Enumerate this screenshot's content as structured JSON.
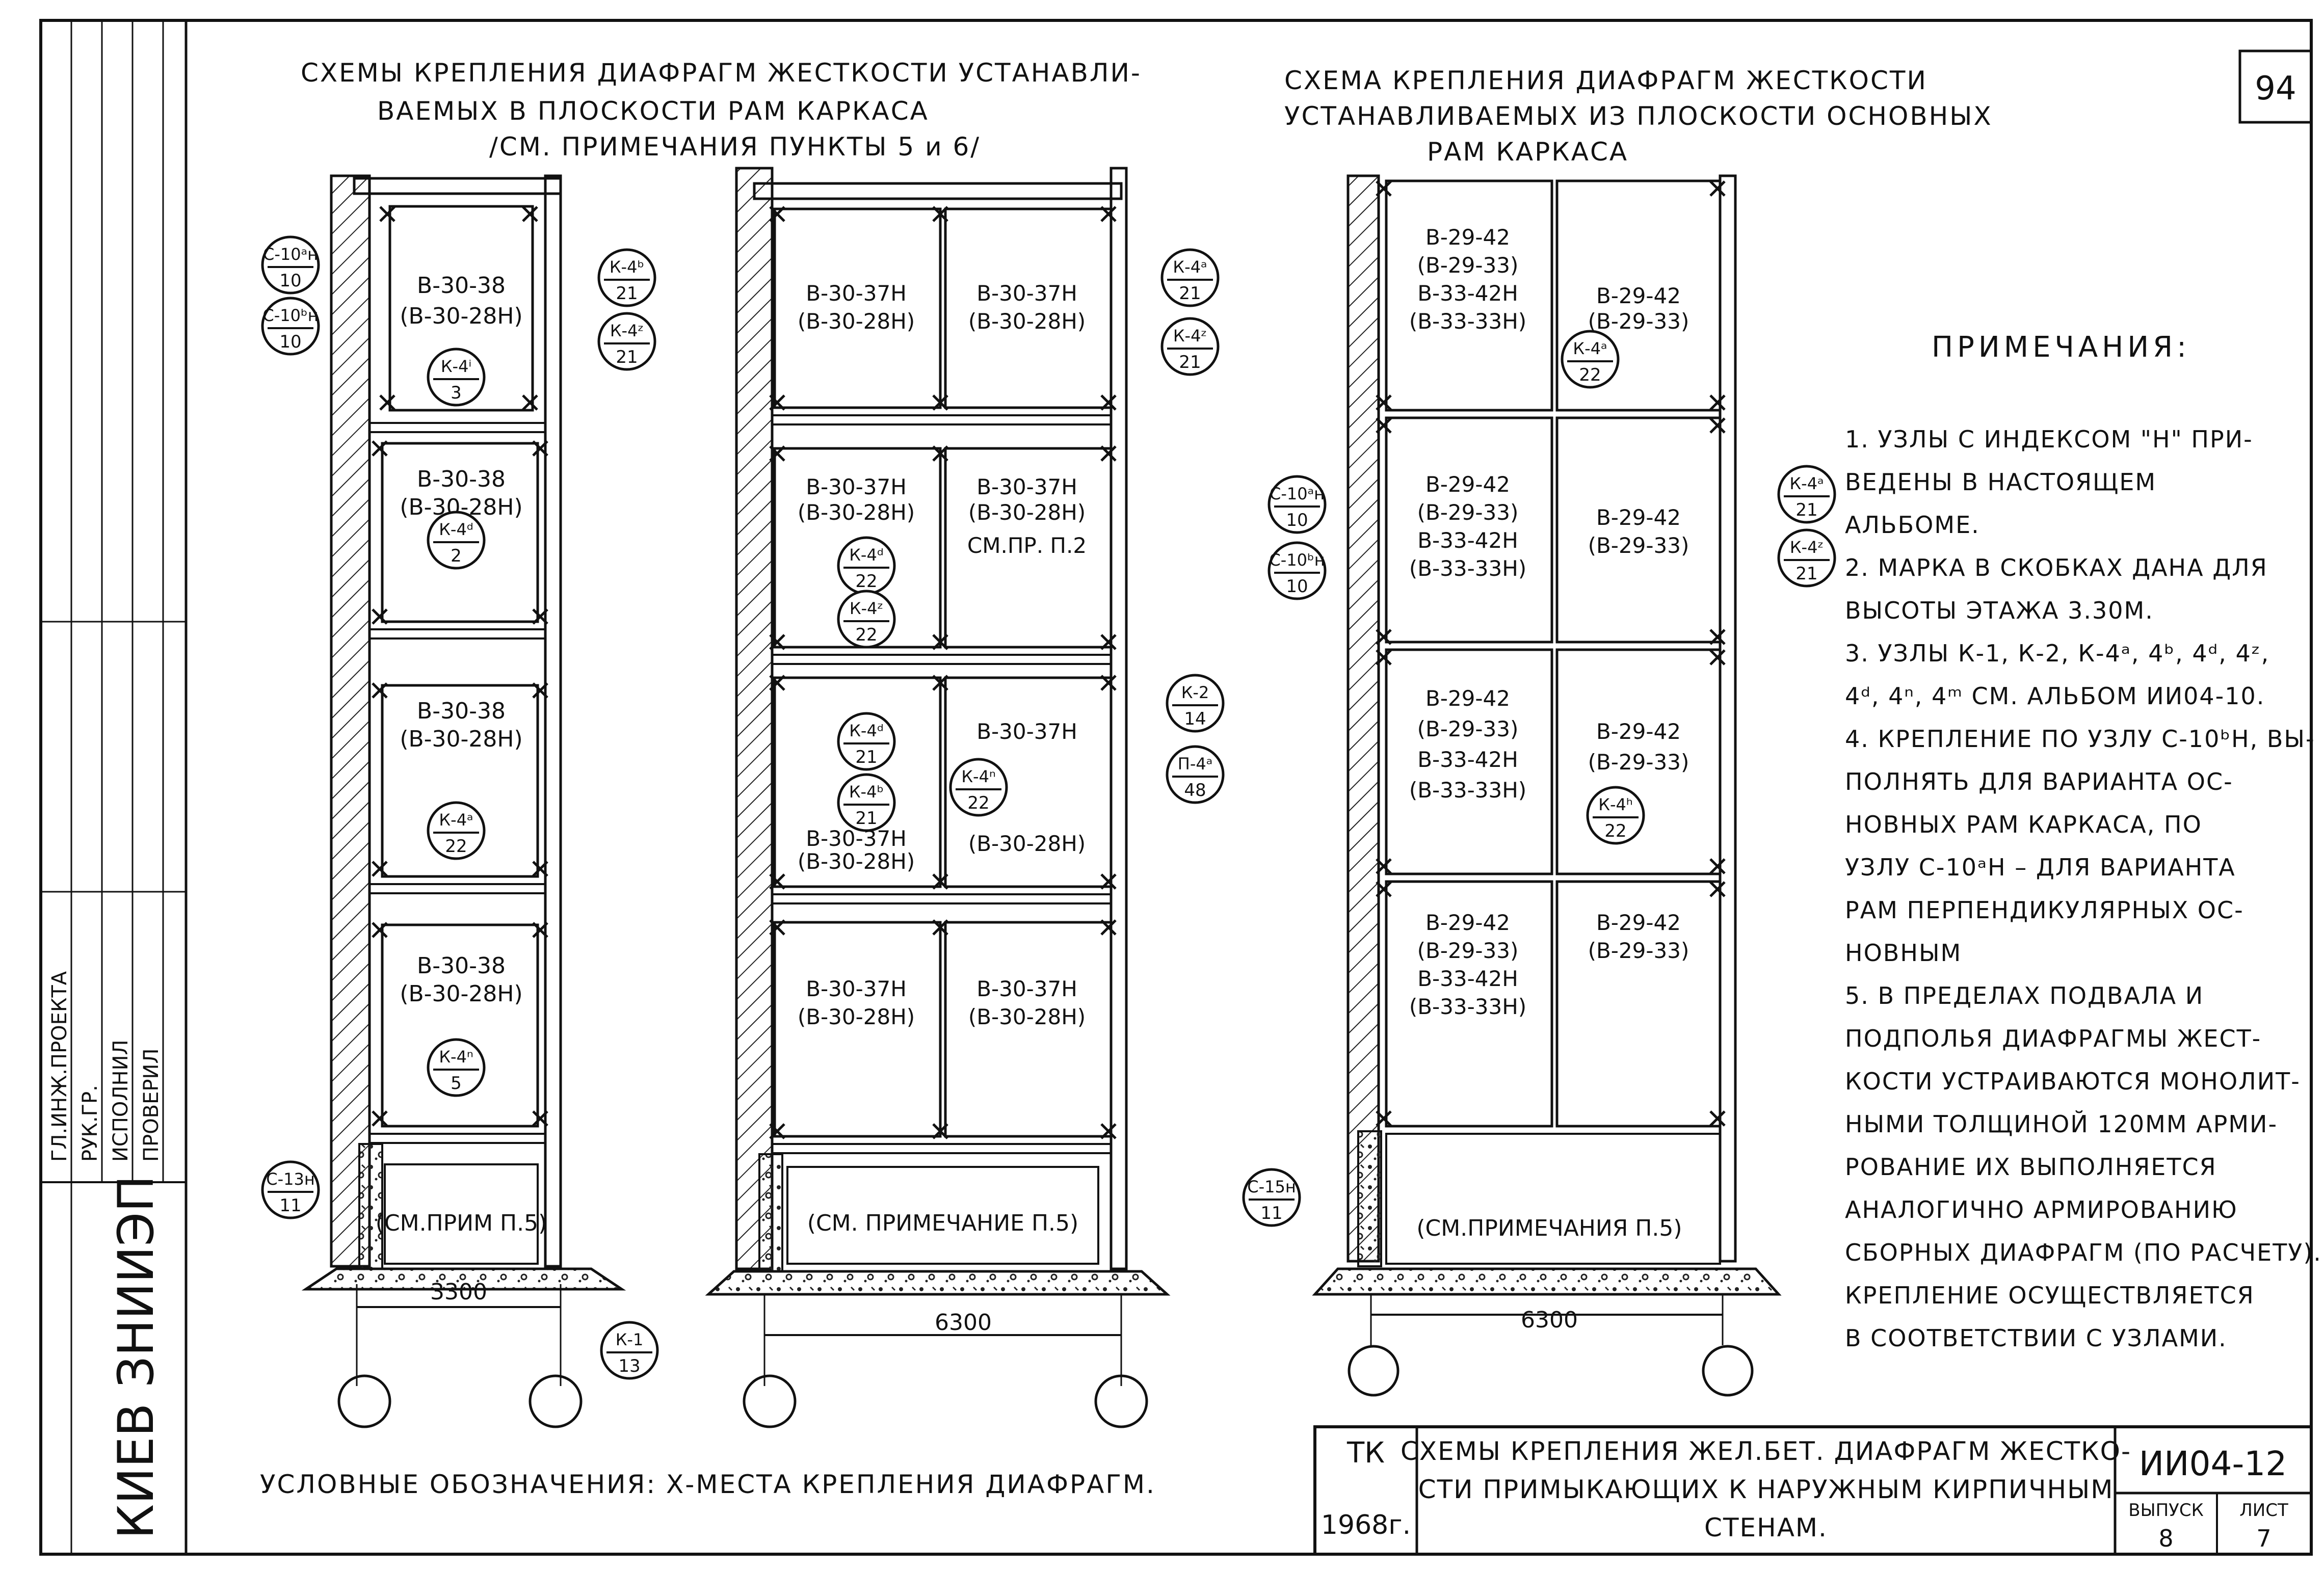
{
  "sheet_number": "94",
  "titles": {
    "left_1": "СХЕМЫ КРЕПЛЕНИЯ ДИАФРАГМ ЖЕСТКОСТИ УСТАНАВЛИ-",
    "left_2": "ВАЕМЫХ В ПЛОСКОСТИ РАМ КАРКАСА",
    "left_3": "/СМ. ПРИМЕЧАНИЯ ПУНКТЫ 5 и 6/",
    "right_1": "СХЕМА КРЕПЛЕНИЯ ДИАФРАГМ ЖЕСТКОСТИ",
    "right_2": "УСТАНАВЛИВАЕМЫХ ИЗ ПЛОСКОСТИ ОСНОВНЫХ",
    "right_3": "РАМ КАРКАСА"
  },
  "frame1": {
    "panels": [
      {
        "mark": "В-30-38",
        "alt": "(В-30-28Н)"
      },
      {
        "mark": "В-30-38",
        "alt": "(В-30-28Н)"
      },
      {
        "mark": "В-30-38",
        "alt": "(В-30-28Н)"
      },
      {
        "mark": "В-30-38",
        "alt": "(В-30-28Н)"
      }
    ],
    "basement": "(СМ.ПРИМ П.5)",
    "dimension": "3300"
  },
  "frame2": {
    "panels": [
      {
        "mark": "В-30-37Н",
        "alt": "(В-30-28Н)"
      },
      {
        "mark": "В-30-37Н",
        "alt": "(В-30-28Н)"
      },
      {
        "mark": "В-30-37Н",
        "alt": "(В-30-28Н)"
      },
      {
        "mark": "В-30-37Н",
        "alt": "(В-30-28Н)",
        "extra": "СМ.ПР. П.2"
      },
      {
        "mark": "В-30-37Н",
        "alt": "(В-30-28Н)"
      },
      {
        "mark": "В-30-37Н",
        "alt": "(В-30-28Н)"
      },
      {
        "mark": "В-30-37Н",
        "alt": "(В-30-28Н)"
      },
      {
        "mark": "В-30-37Н",
        "alt": "(В-30-28Н)"
      }
    ],
    "basement": "(СМ. ПРИМЕЧАНИЕ П.5)",
    "dimension": "6300"
  },
  "frame3": {
    "panels": [
      {
        "l1": "В-29-42",
        "l2": "(В-29-33)",
        "l3": "В-33-42Н",
        "l4": "(В-33-33Н)"
      },
      {
        "l1": "В-29-42",
        "l2": "(В-29-33)",
        "l3": "",
        "l4": ""
      },
      {
        "l1": "В-29-42",
        "l2": "(В-29-33)",
        "l3": "В-33-42Н",
        "l4": "(В-33-33Н)"
      },
      {
        "l1": "В-29-42",
        "l2": "(В-29-33)",
        "l3": "",
        "l4": ""
      },
      {
        "l1": "В-29-42",
        "l2": "(В-29-33)",
        "l3": "В-33-42Н",
        "l4": "(В-33-33Н)"
      },
      {
        "l1": "В-29-42",
        "l2": "(В-29-33)",
        "l3": "",
        "l4": ""
      },
      {
        "l1": "В-29-42",
        "l2": "(В-29-33)",
        "l3": "В-33-42Н",
        "l4": "(В-33-33Н)"
      },
      {
        "l1": "В-29-42",
        "l2": "(В-29-33)",
        "l3": "",
        "l4": ""
      }
    ],
    "basement": "(СМ.ПРИМЕЧАНИЯ П.5)",
    "dimension": "6300"
  },
  "node_labels": [
    {
      "top": "С-10ᵃн",
      "bottom": "10"
    },
    {
      "top": "С-10ᵇн",
      "bottom": "10"
    },
    {
      "top": "К-4ᵇ",
      "bottom": "21"
    },
    {
      "top": "К-4ᶻ",
      "bottom": "21"
    },
    {
      "top": "К-4ⁱ",
      "bottom": "3"
    },
    {
      "top": "К-4ᵈ",
      "bottom": "2"
    },
    {
      "top": "К-4ᵃ",
      "bottom": "22"
    },
    {
      "top": "К-4ⁿ",
      "bottom": "5"
    },
    {
      "top": "С-13н",
      "bottom": "11"
    },
    {
      "top": "К-1",
      "bottom": "13"
    },
    {
      "top": "К-2",
      "bottom": "14"
    },
    {
      "top": "П-4ᵃ",
      "bottom": "48"
    },
    {
      "top": "К-4ᵃ",
      "bottom": "21"
    },
    {
      "top": "К-4ᶻ",
      "bottom": "21"
    },
    {
      "top": "К-4ᵈ",
      "bottom": "22"
    },
    {
      "top": "К-4ᶻ",
      "bottom": "22"
    },
    {
      "top": "К-4ᵈ",
      "bottom": "21"
    },
    {
      "top": "К-4ᵇ",
      "bottom": "21"
    },
    {
      "top": "К-4ⁿ",
      "bottom": "22"
    },
    {
      "top": "К-4ᵃ",
      "bottom": "22"
    },
    {
      "top": "К-4ʰ",
      "bottom": "22"
    },
    {
      "top": "К-4ᵃ",
      "bottom": "21"
    },
    {
      "top": "К-4ᶻ",
      "bottom": "21"
    },
    {
      "top": "С-15н",
      "bottom": "11"
    },
    {
      "top": "С-10ᵃн",
      "bottom": "10"
    },
    {
      "top": "С-10ᵇн",
      "bottom": "10"
    }
  ],
  "notes": {
    "heading": "ПРИМЕЧАНИЯ:",
    "lines": [
      "1. УЗЛЫ С ИНДЕКСОМ \"Н\" ПРИ-",
      "ВЕДЕНЫ В НАСТОЯЩЕМ",
      "АЛЬБОМЕ.",
      "2. МАРКА В СКОБКАХ ДАНА ДЛЯ",
      "ВЫСОТЫ ЭТАЖА 3.30М.",
      "3. УЗЛЫ К-1, К-2, К-4ᵃ, 4ᵇ, 4ᵈ, 4ᶻ,",
      "4ᵈ, 4ⁿ, 4ᵐ СМ. АЛЬБОМ ИИ04-10.",
      "4. КРЕПЛЕНИЕ ПО УЗЛУ С-10ᵇН, ВЫ-",
      "ПОЛНЯТЬ ДЛЯ ВАРИАНТА ОС-",
      "НОВНЫХ РАМ КАРКАСА, ПО",
      "УЗЛУ С-10ᵃН – ДЛЯ ВАРИАНТА",
      "РАМ ПЕРПЕНДИКУЛЯРНЫХ ОС-",
      "НОВНЫМ",
      "5. В ПРЕДЕЛАХ ПОДВАЛА И",
      "ПОДПОЛЬЯ ДИАФРАГМЫ ЖЕСТ-",
      "КОСТИ УСТРАИВАЮТСЯ МОНОЛИТ-",
      "НЫМИ ТОЛЩИНОЙ 120ММ АРМИ-",
      "РОВАНИЕ ИХ ВЫПОЛНЯЕТСЯ",
      "АНАЛОГИЧНО АРМИРОВАНИЮ",
      "СБОРНЫХ ДИАФРАГМ (ПО РАСЧЕТУ).",
      "КРЕПЛЕНИЕ ОСУЩЕСТВЛЯЕТСЯ",
      "В СООТВЕТСТВИИ С УЗЛАМИ."
    ]
  },
  "legend": "УСЛОВНЫЕ ОБОЗНАЧЕНИЯ: Х-МЕСТА КРЕПЛЕНИЯ ДИАФРАГМ.",
  "title_block": {
    "org_top": "ТК",
    "year": "1968г.",
    "title_1": "СХЕМЫ КРЕПЛЕНИЯ ЖЕЛ.БЕТ. ДИАФРАГМ ЖЕСТКО-",
    "title_2": "СТИ ПРИМЫКАЮЩИХ К НАРУЖНЫМ КИРПИЧНЫМ",
    "title_3": "СТЕНАМ.",
    "code": "ИИ04-12",
    "issue_label": "ВЫПУСК",
    "issue_value": "8",
    "sheet_label": "ЛИСТ",
    "sheet_value": "7"
  },
  "side_stamp": {
    "org": "КИЕВ ЗНИИЭП",
    "rows": [
      "ГЛ.ИНЖ.ПРОЕКТА",
      "РУК.ГР.",
      "ИСПОЛНИЛ",
      "ПРОВЕРИЛ"
    ]
  }
}
